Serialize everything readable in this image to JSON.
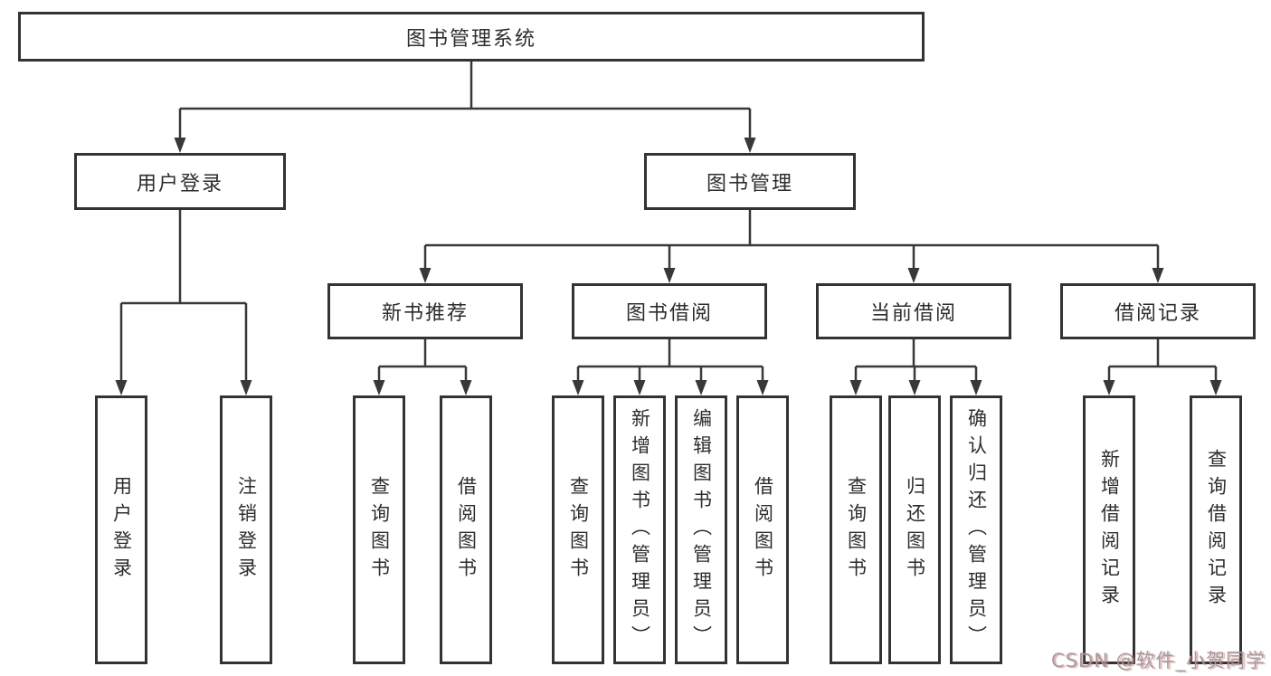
{
  "diagram": {
    "root": {
      "label": "图书管理系统"
    },
    "branches": [
      {
        "label": "用户登录",
        "children": [
          {
            "label": "用户登录"
          },
          {
            "label": "注销登录"
          }
        ]
      },
      {
        "label": "图书管理",
        "children": [
          {
            "label": "新书推荐",
            "children": [
              {
                "label": "查询图书"
              },
              {
                "label": "借阅图书"
              }
            ]
          },
          {
            "label": "图书借阅",
            "children": [
              {
                "label": "查询图书"
              },
              {
                "label": "新增图书（管理员）"
              },
              {
                "label": "编辑图书（管理员）"
              },
              {
                "label": "借阅图书"
              }
            ]
          },
          {
            "label": "当前借阅",
            "children": [
              {
                "label": "查询图书"
              },
              {
                "label": "归还图书"
              },
              {
                "label": "确认归还（管理员）"
              }
            ]
          },
          {
            "label": "借阅记录",
            "children": [
              {
                "label": "新增借阅记录"
              },
              {
                "label": "查询借阅记录"
              }
            ]
          }
        ]
      }
    ]
  },
  "watermark": {
    "text": "CSDN @软件_小贺同学"
  },
  "colors": {
    "line": "#383838",
    "border": "#333333",
    "text": "#2d2d2d",
    "watermark_gray": "#9b9b9b",
    "watermark_red": "#d96c6c"
  }
}
